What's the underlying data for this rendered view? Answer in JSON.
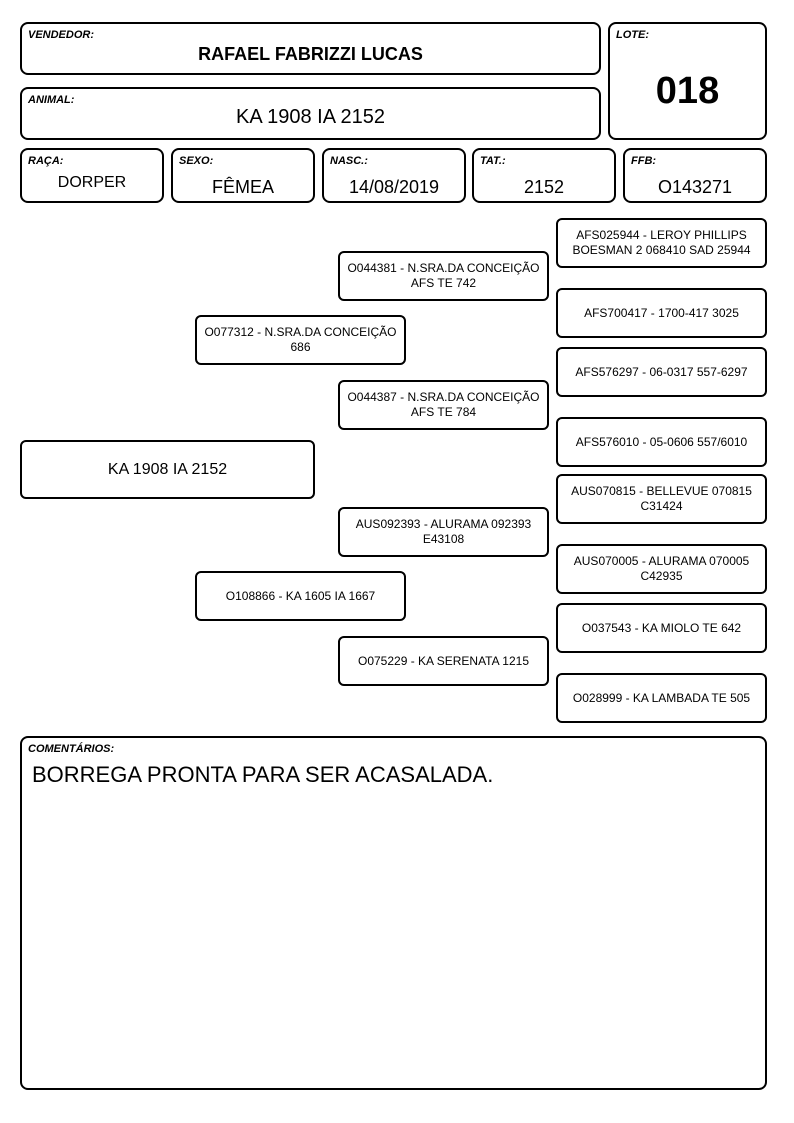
{
  "header": {
    "vendedor_label": "VENDEDOR:",
    "vendedor": "RAFAEL FABRIZZI LUCAS",
    "animal_label": "ANIMAL:",
    "animal": "KA 1908 IA 2152",
    "lote_label": "LOTE:",
    "lote": "018"
  },
  "info": {
    "raca_label": "RAÇA:",
    "raca": "DORPER",
    "sexo_label": "SEXO:",
    "sexo": "FÊMEA",
    "nasc_label": "NASC.:",
    "nasc": "14/08/2019",
    "tat_label": "TAT.:",
    "tat": "2152",
    "ffb_label": "FFB:",
    "ffb": "O143271"
  },
  "pedigree": {
    "animal": "KA 1908 IA 2152",
    "sire": "O077312 - N.SRA.DA CONCEIÇÃO 686",
    "dam": "O108866 - KA 1605 IA 1667",
    "sire_sire": "O044381 - N.SRA.DA CONCEIÇÃO AFS TE 742",
    "sire_dam": "O044387 - N.SRA.DA CONCEIÇÃO AFS TE 784",
    "dam_sire": "AUS092393 - ALURAMA 092393 E43108",
    "dam_dam": "O075229 - KA SERENATA 1215",
    "ggp": [
      "AFS025944 - LEROY PHILLIPS BOESMAN 2 068410 SAD 25944",
      "AFS700417 - 1700-417 3025",
      "AFS576297 - 06-0317 557-6297",
      "AFS576010 - 05-0606 557/6010",
      "AUS070815 - BELLEVUE 070815 C31424",
      "AUS070005 - ALURAMA 070005 C42935",
      "O037543 - KA MIOLO TE 642",
      "O028999 - KA LAMBADA TE 505"
    ]
  },
  "comments": {
    "label": "COMENTÁRIOS:",
    "text": "BORREGA PRONTA PARA SER ACASALADA."
  }
}
